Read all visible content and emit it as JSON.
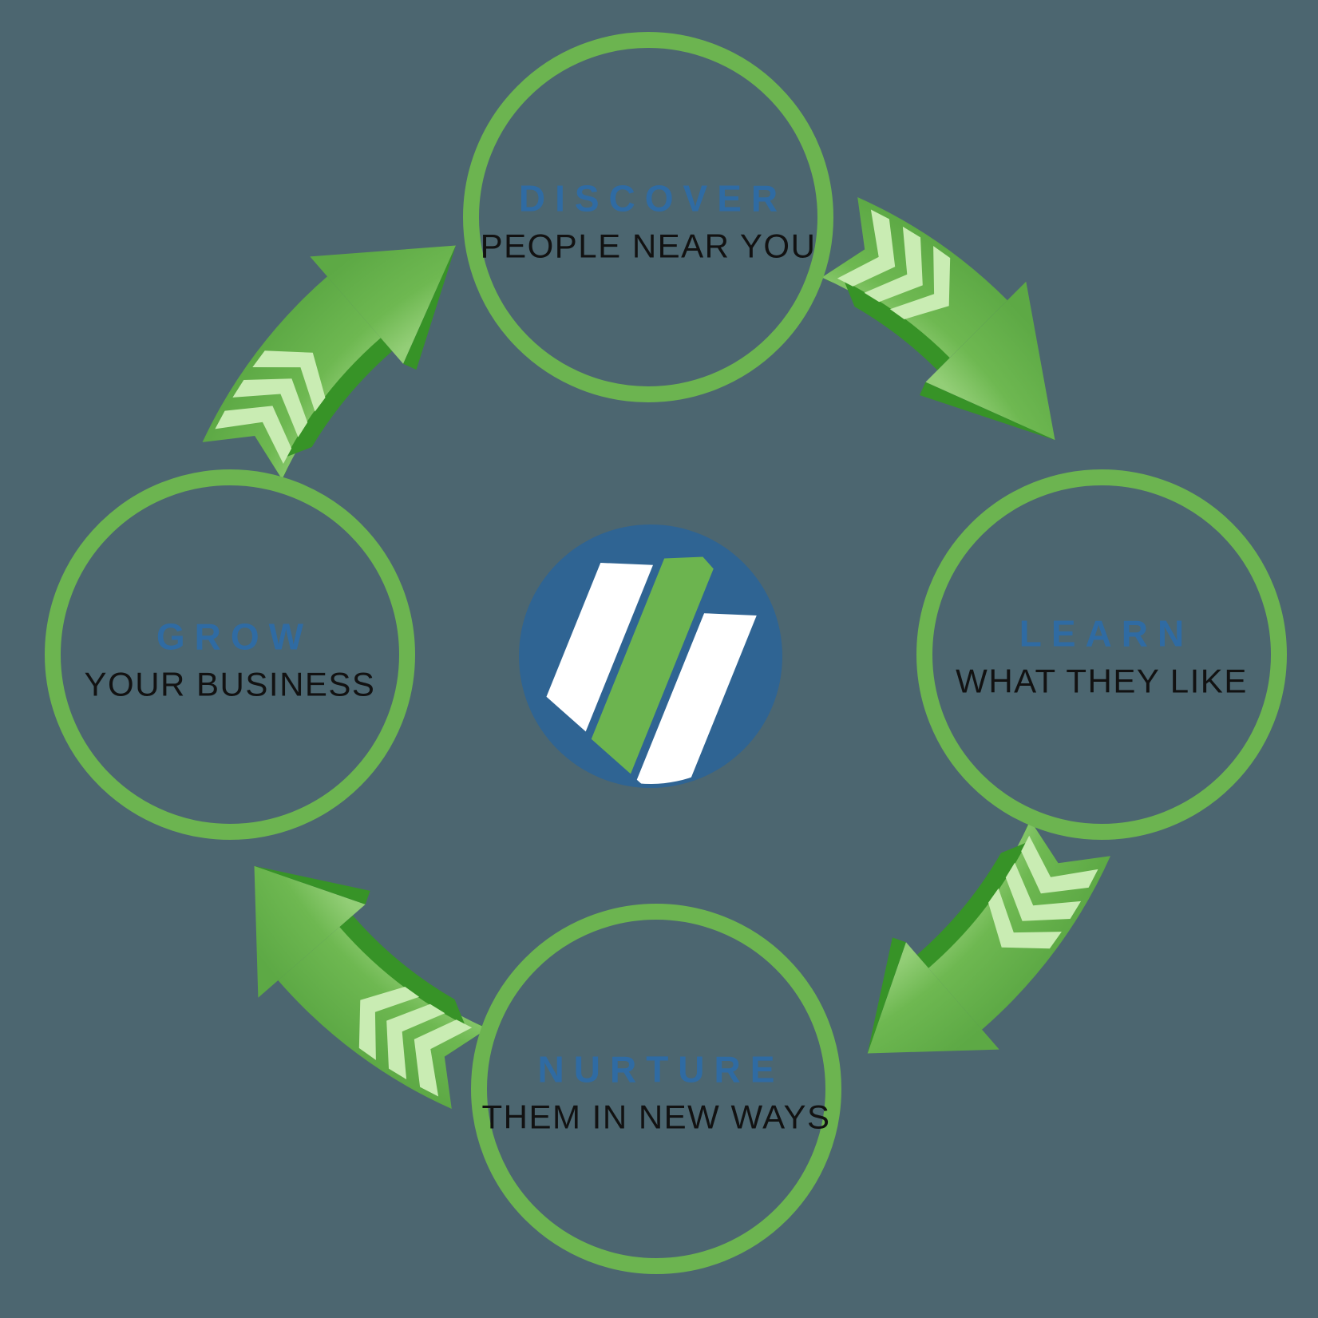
{
  "diagram_title": "marketing-cycle-diagram",
  "colors": {
    "background": "#4c6670",
    "ring_green": "#6cb450",
    "arrow_green_light": "#93ce77",
    "arrow_green_mid": "#6eb851",
    "arrow_green_deep": "#5da945",
    "arrow_dark_green": "#379327",
    "chevron_light_green": "#c9ecb3",
    "heading_blue": "#2f6ba3",
    "subtitle_ink": "#121212",
    "logo_circle_blue": "#2f6493",
    "logo_stripe_white": "#ffffff",
    "logo_stripe_green": "#6cb44f"
  },
  "nodes": [
    {
      "id": "discover",
      "title": "DISCOVER",
      "subtitle": "PEOPLE NEAR YOU"
    },
    {
      "id": "learn",
      "title": "LEARN",
      "subtitle": "WHAT THEY LIKE"
    },
    {
      "id": "nurture",
      "title": "NURTURE",
      "subtitle": "THEM IN NEW WAYS"
    },
    {
      "id": "grow",
      "title": "GROW",
      "subtitle": "YOUR BUSINESS"
    }
  ],
  "arrows": [
    {
      "from": "discover",
      "to": "learn"
    },
    {
      "from": "learn",
      "to": "nurture"
    },
    {
      "from": "nurture",
      "to": "grow"
    },
    {
      "from": "grow",
      "to": "discover"
    }
  ],
  "center_logo": {
    "icon": "three-diagonal-stripes-logo",
    "stripes": [
      "white",
      "green",
      "white"
    ]
  }
}
